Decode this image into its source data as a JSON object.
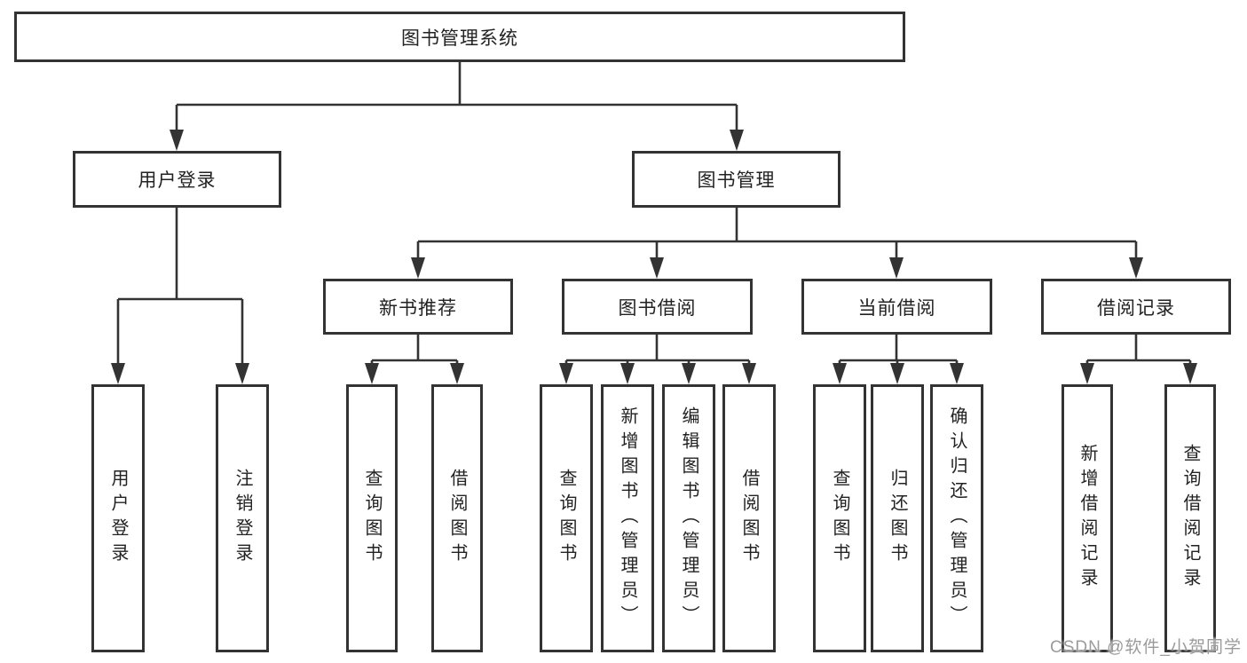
{
  "tree": {
    "label": "图书管理系统",
    "children": [
      {
        "label": "用户登录",
        "children": [
          {
            "label": "用户登录"
          },
          {
            "label": "注销登录"
          }
        ]
      },
      {
        "label": "图书管理",
        "children": [
          {
            "label": "新书推荐",
            "children": [
              {
                "label": "查询图书"
              },
              {
                "label": "借阅图书"
              }
            ]
          },
          {
            "label": "图书借阅",
            "children": [
              {
                "label": "查询图书"
              },
              {
                "label": "新增图书（管理员）"
              },
              {
                "label": "编辑图书（管理员）"
              },
              {
                "label": "借阅图书"
              }
            ]
          },
          {
            "label": "当前借阅",
            "children": [
              {
                "label": "查询图书"
              },
              {
                "label": "归还图书"
              },
              {
                "label": "确认归还（管理员）"
              }
            ]
          },
          {
            "label": "借阅记录",
            "children": [
              {
                "label": "新增借阅记录"
              },
              {
                "label": "查询借阅记录"
              }
            ]
          }
        ]
      }
    ]
  },
  "watermark": {
    "text": "CSDN @软件_小贺同学"
  },
  "colors": {
    "line": "#333333",
    "box_border": "#333333",
    "box_bg": "#ffffff",
    "text": "#222222",
    "watermark": "#9b9b9b"
  }
}
